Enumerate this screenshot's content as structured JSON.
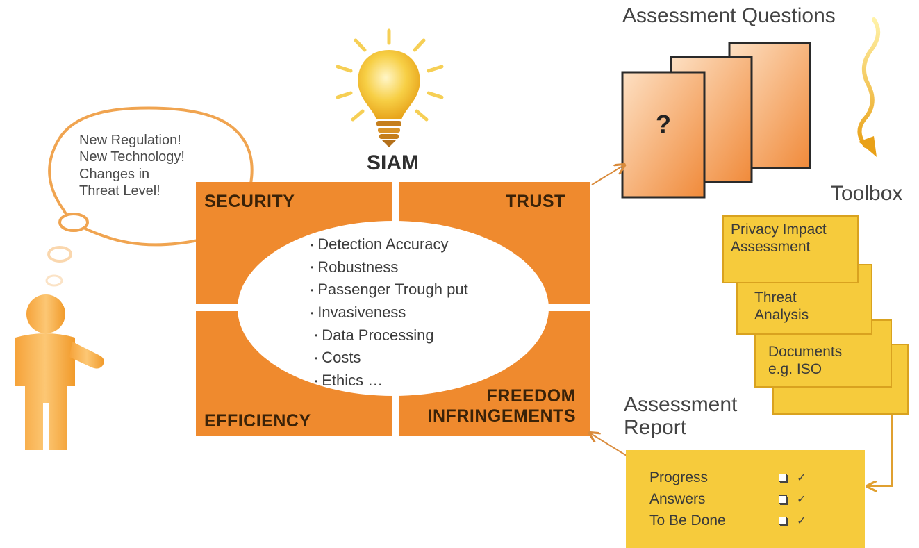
{
  "thought": {
    "lines": [
      "New Regulation!",
      "New Technology!",
      "Changes in",
      "Threat Level!"
    ]
  },
  "siam": {
    "title": "SIAM",
    "quadrants": {
      "security": "SECURITY",
      "trust": "TRUST",
      "efficiency": "EFFICIENCY",
      "freedom_line1": "FREEDOM",
      "freedom_line2": "INFRINGEMENTS"
    },
    "criteria": [
      "Detection Accuracy",
      "Robustness",
      "Passenger Trough put",
      "Invasiveness",
      "Data Processing",
      "Costs",
      "Ethics …"
    ]
  },
  "assessment_questions": {
    "title": "Assessment Questions",
    "card_symbol": "?"
  },
  "toolbox": {
    "title": "Toolbox",
    "cards": [
      {
        "line1": "Privacy Impact",
        "line2": "Assessment"
      },
      {
        "line1": "Threat",
        "line2": "Analysis"
      },
      {
        "line1": "Documents",
        "line2": "e.g. ISO"
      }
    ]
  },
  "report": {
    "title_line1": "Assessment",
    "title_line2": "Report",
    "rows": [
      {
        "label": "Progress",
        "check": "✓"
      },
      {
        "label": "Answers",
        "check": "✓"
      },
      {
        "label": "To Be Done",
        "check": "✓"
      }
    ]
  },
  "colors": {
    "orange": "#ef8a2e",
    "yellow": "#f6cb3c",
    "card_orange": "#f59a4e"
  }
}
